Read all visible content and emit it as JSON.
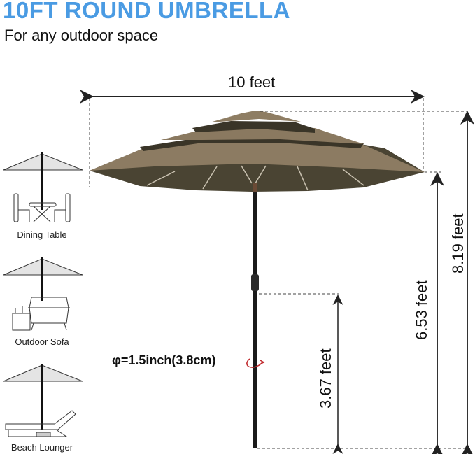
{
  "header": {
    "title": "10FT ROUND UMBRELLA",
    "subtitle": "For any outdoor space",
    "title_color": "#4a9be3"
  },
  "dimensions": {
    "width": "10 feet",
    "total_height": "8.19 feet",
    "canopy_edge_height": "6.53 feet",
    "crank_height": "3.67 feet",
    "pole_diameter": "φ=1.5inch(3.8cm)"
  },
  "scenes": [
    {
      "label": "Dining Table",
      "icon": "umbrella-dining-table-icon"
    },
    {
      "label": "Outdoor Sofa",
      "icon": "umbrella-outdoor-sofa-icon"
    },
    {
      "label": "Beach Lounger",
      "icon": "umbrella-beach-lounger-icon"
    }
  ],
  "colors": {
    "canopy_top": "#8c7b62",
    "canopy_shadow": "#3f3a2c",
    "pole": "#1a1a1a",
    "rotate_arrow": "#c0282b"
  }
}
